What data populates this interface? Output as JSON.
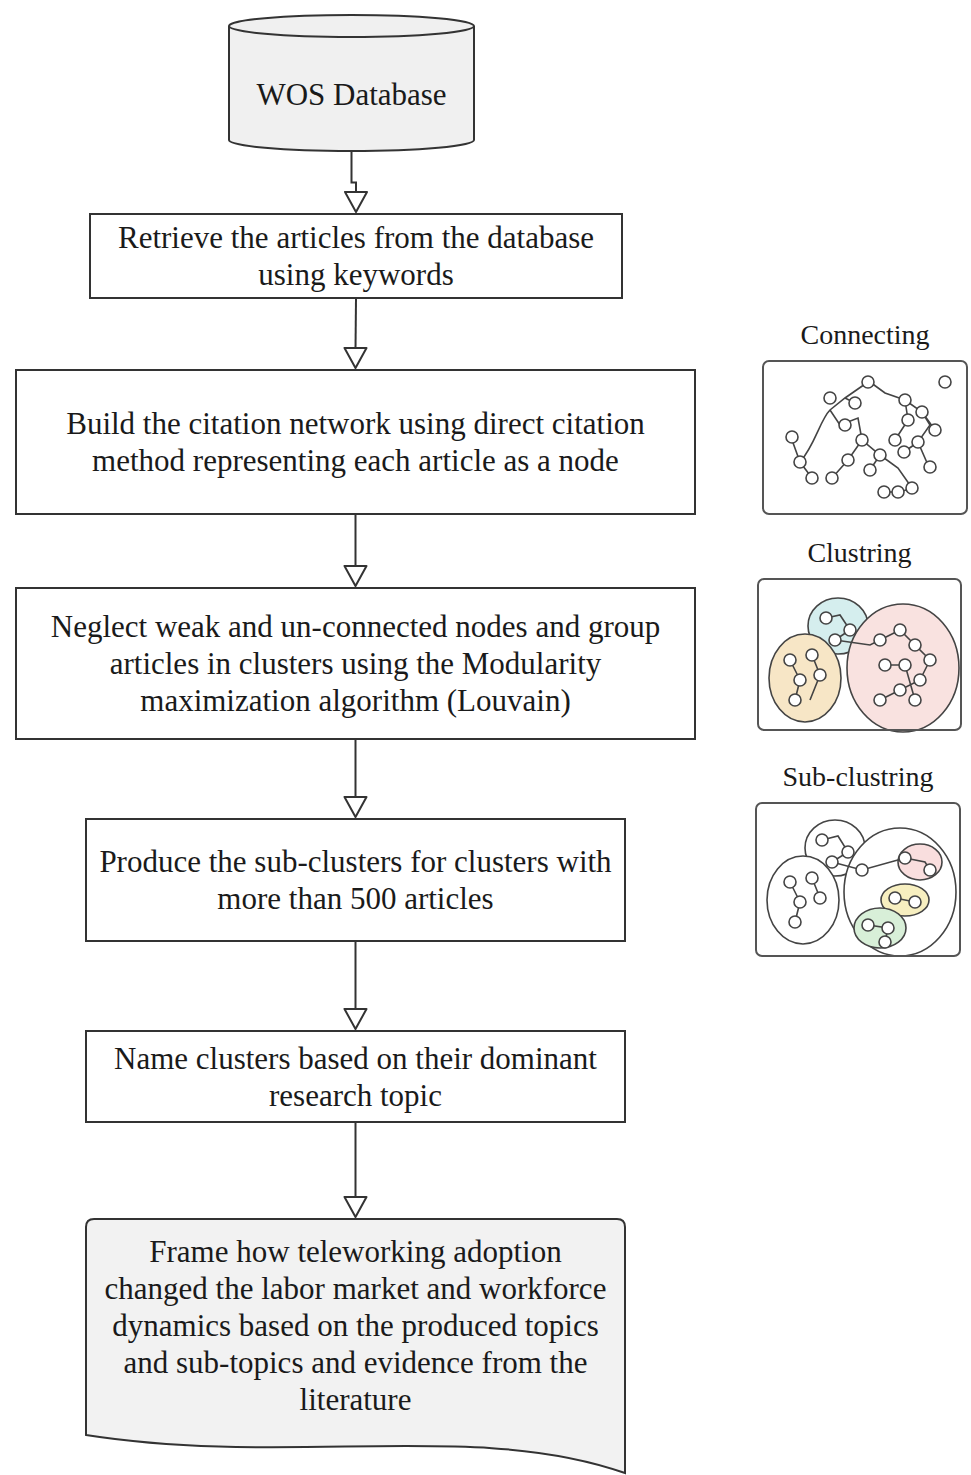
{
  "diagram": {
    "nodes": [
      {
        "text": [
          "WOS Database"
        ]
      },
      {
        "text": [
          "Retrieve the articles from the database using keywords"
        ]
      },
      {
        "text": [
          "Build the citation network using direct citation method representing each article as a node"
        ]
      },
      {
        "text": [
          "Neglect weak and un-connected nodes and group articles in clusters using the Modularity maximization algorithm (Louvain)"
        ]
      },
      {
        "text": [
          "Produce the sub-clusters for clusters with more than 500 articles"
        ]
      },
      {
        "text": [
          "Name clusters based on their dominant research topic"
        ]
      },
      {
        "text": [
          "Frame how teleworking adoption changed the labor market and workforce dynamics based on the produced topics and sub-topics and evidence from the literature"
        ]
      },
      {
        "text": [
          "Connecting"
        ]
      },
      {
        "text": [
          "Clustring"
        ]
      },
      {
        "text": [
          "Sub-clustring"
        ]
      }
    ],
    "edges": [
      {
        "from": 0,
        "to": 1,
        "arrow": "to"
      },
      {
        "from": 1,
        "to": 2,
        "arrow": "to"
      },
      {
        "from": 2,
        "to": 3,
        "arrow": "to"
      },
      {
        "from": 3,
        "to": 4,
        "arrow": "to"
      },
      {
        "from": 4,
        "to": 5,
        "arrow": "to"
      },
      {
        "from": 5,
        "to": 6,
        "arrow": "to"
      }
    ]
  }
}
